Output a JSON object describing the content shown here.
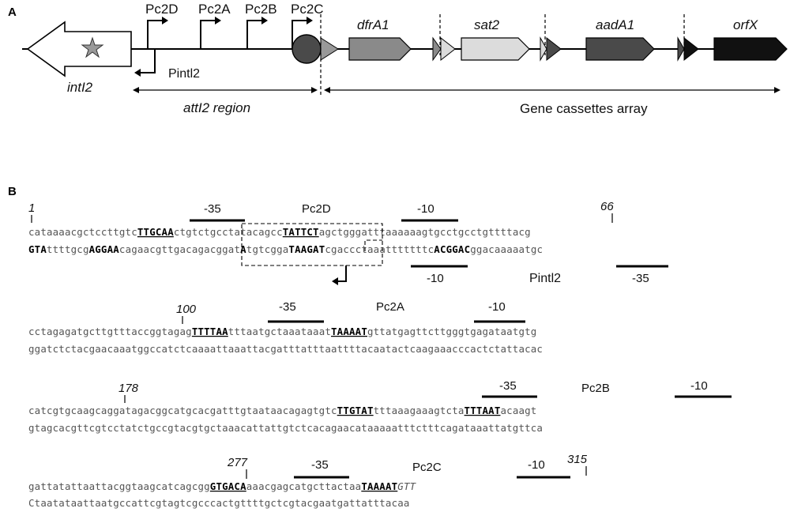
{
  "panel_a": {
    "letter": "A",
    "promoters": [
      "Pc2D",
      "Pc2A",
      "Pc2B",
      "Pc2C"
    ],
    "pintl2": "Pintl2",
    "gene_intl2": "intI2",
    "region_attl2": "attI2 region",
    "region_cassettes": "Gene cassettes array",
    "cassettes": [
      "dfrA1",
      "sat2",
      "aadA1",
      "orfX"
    ],
    "colors": {
      "dfrA1": "#8a8a8a",
      "sat2": "#dcdcdc",
      "aadA1": "#4a4a4a",
      "orfX": "#111111",
      "attc_circle": "#4a4a4a"
    }
  },
  "panel_b": {
    "letter": "B",
    "rows": [
      {
        "pos_label": "1",
        "top": "cataaaacgctccttgtc",
        "top_box1": "TTGCAA",
        "top_mid": "ctgtctgcctatacagcc",
        "top_box2": "TATTCT",
        "top_tail": "agctgggatttaaaaaagtgcctgcctgttttacg",
        "bottom_start": "GTA",
        "bottom_a": "ttttgcg",
        "bottom_b": "AGGAA",
        "bottom_c": "cagaacgttgacagacggat",
        "bottom_d": "A",
        "bottom_e": "tgtcgga",
        "bottom_box": "TAAGAT",
        "bottom_f": "cgaccctaaatttttttc",
        "bottom_box2": "ACGGAC",
        "bottom_g": "ggacaaaaatgc",
        "label_m35": "-35",
        "label_prom": "Pc2D",
        "label_m10": "-10",
        "label_66": "66",
        "label_m10_bottom": "-10",
        "label_pintl2": "Pintl2",
        "label_m35_bottom": "-35"
      },
      {
        "pos_label": "100",
        "top_a": "cctagagatgcttgtttaccggtagag",
        "top_box1": "TTTTAA",
        "top_b": "tttaatgctaaataaat",
        "top_box2": "TAAAAT",
        "top_c": "gttatgagttcttgggtgagataatgtg",
        "bottom": "ggatctctacgaacaaatggccatctcaaaattaaattacgatttatttaattttacaatactcaagaaacccactctattacac",
        "label_m35": "-35",
        "label_prom": "Pc2A",
        "label_m10": "-10"
      },
      {
        "pos_label": "178",
        "top_a": "catcgtgcaagcaggatagacggcatgcacgatttgtaataacagagtgtc",
        "top_box1": "TTGTAT",
        "top_b": "tttaaagaaagtcta",
        "top_box2": "TTTAAT",
        "top_c": "acaagt",
        "bottom": "gtagcacgttcgtcctatctgccgtacgtgctaaacattattgtctcacagaacataaaaatttctttcagataaattatgttca",
        "label_m35": "-35",
        "label_prom": "Pc2B",
        "label_m10": "-10"
      },
      {
        "pos_label": "277",
        "pos_label2": "315",
        "top_a": "gattatattaattacggtaagcatcagcgg",
        "top_box1": "GTGACA",
        "top_b": "aaacgagcatgcttactaa",
        "top_box2": "TAAAAT",
        "top_c": "GTT",
        "bottom": "Ctaatataattaatgccattcgtagtcgcccactgttttgctcgtacgaatgattatttacaa",
        "label_m35": "-35",
        "label_prom": "Pc2C",
        "label_m10": "-10"
      }
    ]
  }
}
